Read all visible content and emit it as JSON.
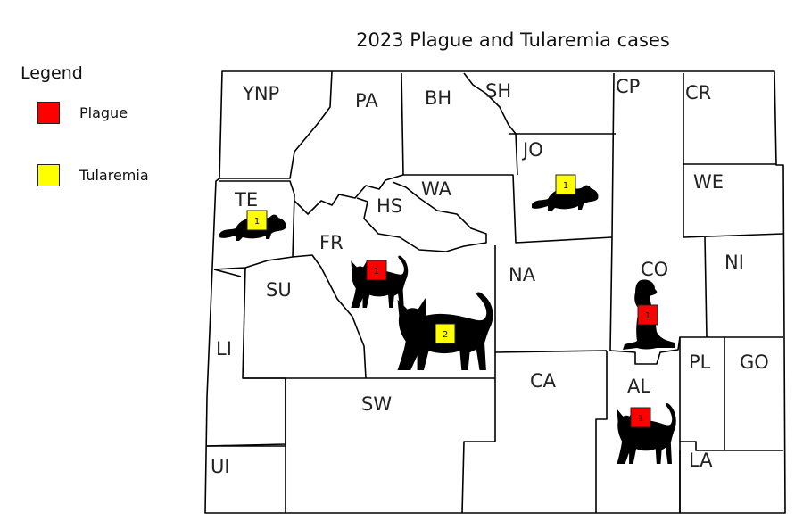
{
  "title": "2023 Plague and Tularemia cases",
  "legend": {
    "title": "Legend",
    "items": [
      {
        "label": "Plague",
        "color": "#ff0000"
      },
      {
        "label": "Tularemia",
        "color": "#ffff00"
      }
    ]
  },
  "counties": [
    "YNP",
    "PA",
    "BH",
    "SH",
    "CP",
    "CR",
    "JO",
    "TE",
    "HS",
    "WA",
    "WE",
    "FR",
    "NA",
    "CO",
    "NI",
    "SU",
    "LI",
    "PL",
    "GO",
    "CA",
    "AL",
    "SW",
    "UI",
    "LA"
  ],
  "cases": [
    {
      "county": "TE",
      "disease": "Tularemia",
      "count": "1",
      "animal": "beaver-icon"
    },
    {
      "county": "JO",
      "disease": "Tularemia",
      "count": "1",
      "animal": "beaver-icon"
    },
    {
      "county": "FR",
      "disease": "Plague",
      "count": "1",
      "animal": "cat-icon"
    },
    {
      "county": "FR",
      "disease": "Tularemia",
      "count": "2",
      "animal": "cat-icon"
    },
    {
      "county": "CO",
      "disease": "Plague",
      "count": "1",
      "animal": "prairie-dog-icon"
    },
    {
      "county": "AL",
      "disease": "Plague",
      "count": "1",
      "animal": "cat-icon"
    }
  ]
}
